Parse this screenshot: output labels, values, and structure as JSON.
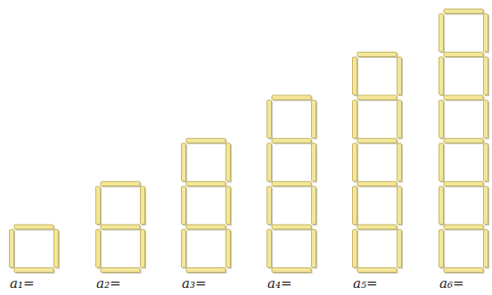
{
  "diagram": {
    "labels": [
      "a₁=",
      "a₂=",
      "a₃=",
      "a₄=",
      "a₅=",
      "a₆="
    ]
  }
}
